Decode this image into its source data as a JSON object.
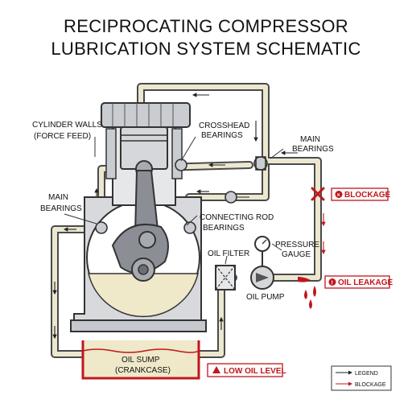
{
  "title": {
    "line1": "RECIPROCATING COMPRESSOR",
    "line2": "LUBRICATION SYSTEM SCHEMATIC"
  },
  "labels": {
    "cylinder_walls_1": "CYLINDER WALLS",
    "cylinder_walls_2": "(FORCE FEED)",
    "crosshead_1": "CROSSHEAD",
    "crosshead_2": "BEARINGS",
    "main_bearings_right_1": "MAIN",
    "main_bearings_right_2": "BEARINGS",
    "main_bearings_left_1": "MAIN",
    "main_bearings_left_2": "BEARINGS",
    "connecting_rod_1": "CONNECTING ROD",
    "connecting_rod_2": "BEARINGS",
    "oil_filter": "OIL FILTER",
    "pressure_gauge_1": "PRESSURE",
    "pressure_gauge_2": "GAUGE",
    "oil_pump": "OIL PUMP",
    "oil_sump_1": "OIL SUMP",
    "oil_sump_2": "(CRANKCASE)"
  },
  "alerts": {
    "blockage": "BLOCKAGE",
    "oil_leakage": "OIL LEAKAGE",
    "low_oil_level": "LOW OIL LEVEL"
  },
  "legend": {
    "item1": "LEGEND",
    "item2": "BLOCKAGE"
  },
  "colors": {
    "pipe": "#ece7cf",
    "pipe_outline": "#555555",
    "metal": "#c9ccd0",
    "metal_dark": "#8b8f95",
    "oil": "#efe8c9",
    "alert_red": "#c0171d"
  }
}
